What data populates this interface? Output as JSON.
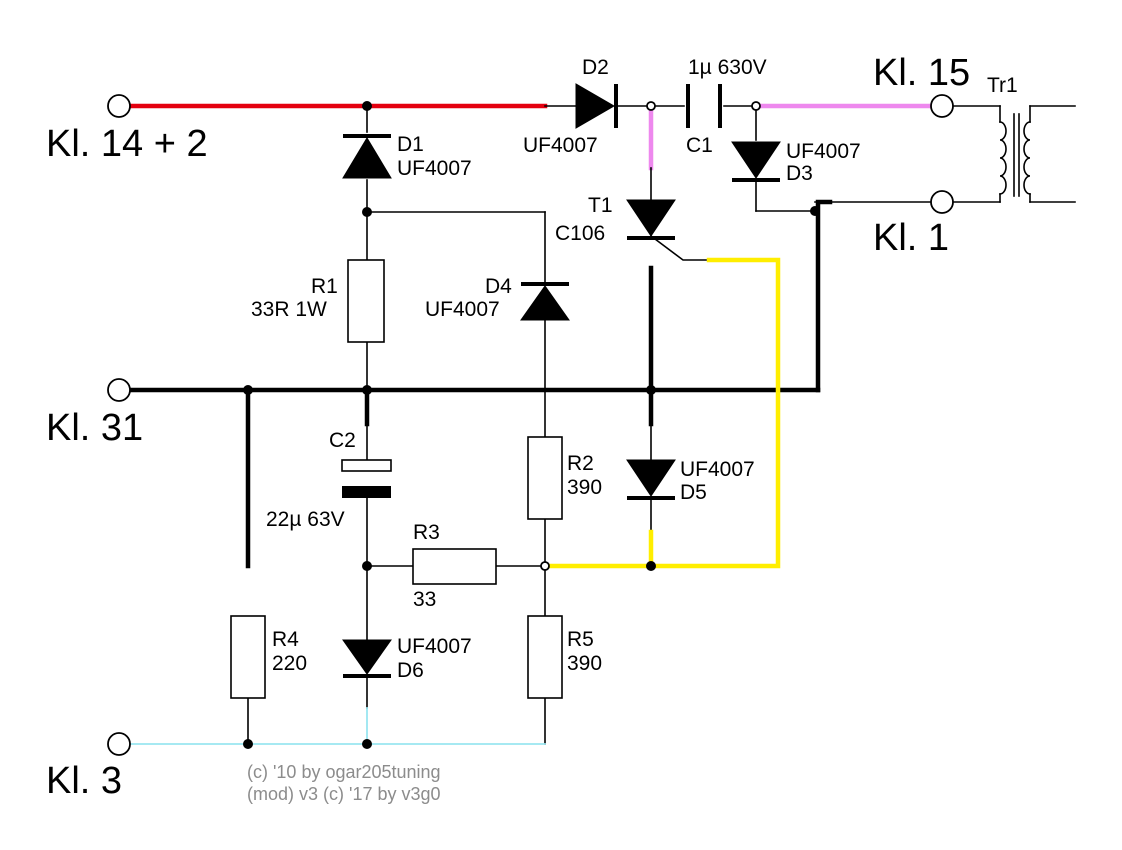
{
  "terminals": {
    "kl14": "Kl. 14 + 2",
    "kl31": "Kl. 31",
    "kl3": "Kl. 3",
    "kl15": "Kl. 15",
    "kl1": "Kl. 1"
  },
  "components": {
    "d1": {
      "ref": "D1",
      "value": "UF4007"
    },
    "d2": {
      "ref": "D2",
      "value": "UF4007"
    },
    "d3": {
      "ref": "D3",
      "value": "UF4007"
    },
    "d4": {
      "ref": "D4",
      "value": "UF4007"
    },
    "d5": {
      "ref": "D5",
      "value": "UF4007"
    },
    "d6": {
      "ref": "D6",
      "value": "UF4007"
    },
    "c1": {
      "ref": "C1",
      "value": "1µ 630V"
    },
    "c2": {
      "ref": "C2",
      "value": "22µ 63V"
    },
    "r1": {
      "ref": "R1",
      "value": "33R 1W"
    },
    "r2": {
      "ref": "R2",
      "value": "390"
    },
    "r3": {
      "ref": "R3",
      "value": "33"
    },
    "r4": {
      "ref": "R4",
      "value": "220"
    },
    "r5": {
      "ref": "R5",
      "value": "390"
    },
    "t1": {
      "ref": "T1",
      "value": "C106"
    },
    "tr1": {
      "ref": "Tr1"
    }
  },
  "credits": {
    "line1": "(c) '10 by ogar205tuning",
    "line2": "(mod) v3 (c) '17 by v3g0"
  },
  "colors": {
    "kl14_line": "#e4000f",
    "kl15_line": "#ee88ee",
    "gate_line": "#ffee00",
    "kl3_line": "#99e6f0"
  }
}
